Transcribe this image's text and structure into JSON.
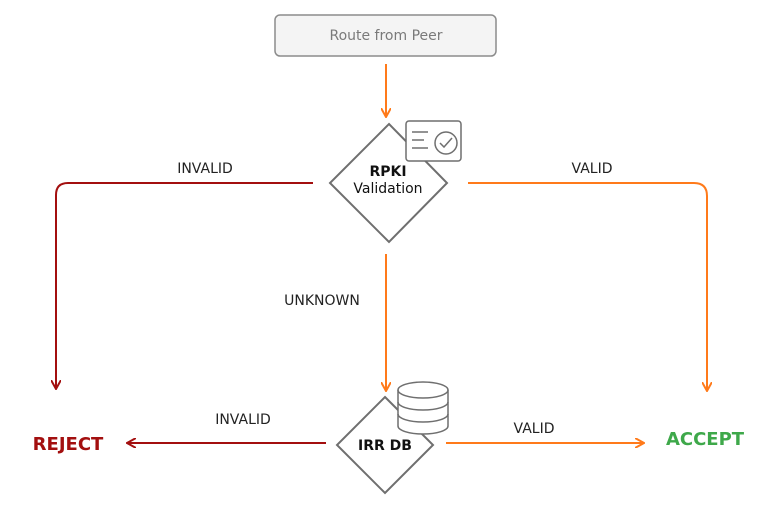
{
  "colors": {
    "accept": "#ff7a1a",
    "reject": "#a30f0f",
    "accept_text": "#3ea84a",
    "node_border": "#6f6f6f",
    "start_fill": "#f4f4f4",
    "start_border": "#8c8c8c"
  },
  "start": {
    "label": "Route from Peer"
  },
  "rpki": {
    "line1": "RPKI",
    "line2": "Validation",
    "icon": "certificate-check-icon"
  },
  "irr": {
    "label": "IRR DB",
    "icon": "database-icon"
  },
  "edges": {
    "rpki_invalid": "INVALID",
    "rpki_valid": "VALID",
    "rpki_unknown": "UNKNOWN",
    "irr_invalid": "INVALID",
    "irr_valid": "VALID"
  },
  "outcomes": {
    "reject": "REJECT",
    "accept": "ACCEPT"
  }
}
